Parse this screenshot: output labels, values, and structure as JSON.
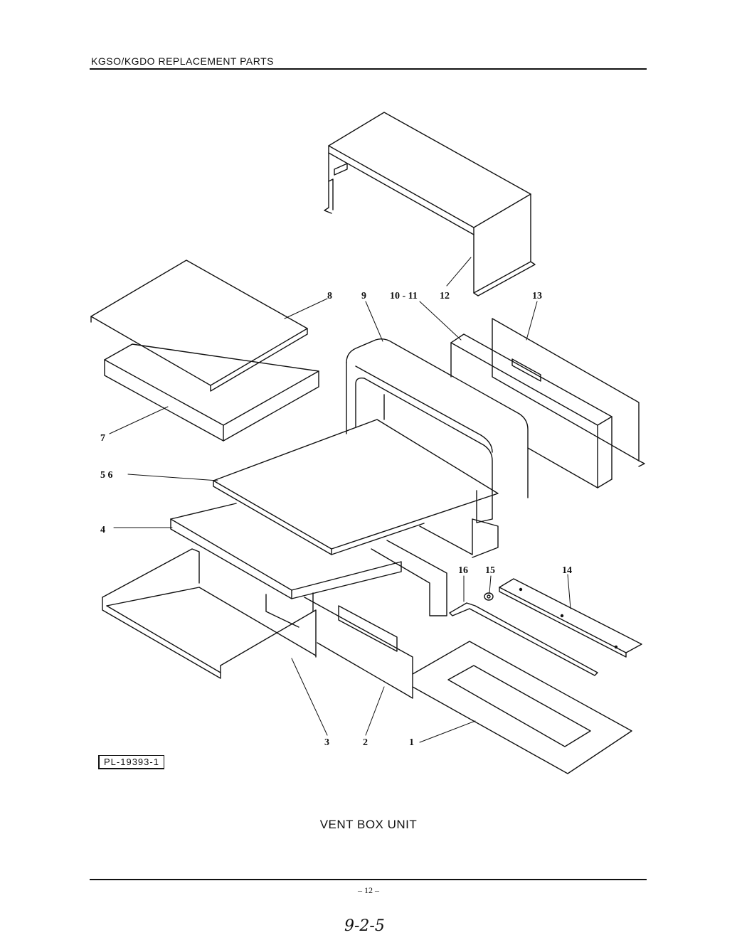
{
  "header": {
    "title": "KGSO/KGDO REPLACEMENT PARTS"
  },
  "diagram": {
    "callouts": [
      {
        "id": "c1",
        "text": "1"
      },
      {
        "id": "c2",
        "text": "2"
      },
      {
        "id": "c3",
        "text": "3"
      },
      {
        "id": "c4",
        "text": "4"
      },
      {
        "id": "c56",
        "text": "5  6"
      },
      {
        "id": "c7",
        "text": "7"
      },
      {
        "id": "c8",
        "text": "8"
      },
      {
        "id": "c9",
        "text": "9"
      },
      {
        "id": "c1011",
        "text": "10 - 11"
      },
      {
        "id": "c12",
        "text": "12"
      },
      {
        "id": "c13",
        "text": "13"
      },
      {
        "id": "c14",
        "text": "14"
      },
      {
        "id": "c15",
        "text": "15"
      },
      {
        "id": "c16",
        "text": "16"
      }
    ],
    "reference_code": "PL-19393-1"
  },
  "caption": "VENT BOX UNIT",
  "footer": {
    "page_number": "– 12 –",
    "handwritten_note": "9-2-5"
  }
}
